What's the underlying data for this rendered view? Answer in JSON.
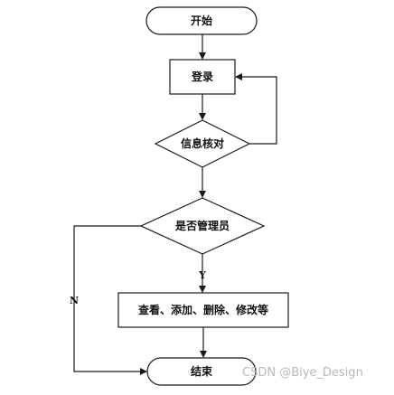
{
  "diagram": {
    "nodes": {
      "start": "开始",
      "login": "登录",
      "verify": "信息核对",
      "is_admin": "是否管理员",
      "actions": "查看、添加、删除、修改等",
      "end": "结束"
    },
    "edges": {
      "yes": "Y",
      "no": "N"
    }
  },
  "watermark": "CSDN @Biye_Design",
  "colors": {
    "stroke": "#1a1a1a",
    "background": "#ffffff",
    "watermark": "#b9b9b9"
  }
}
